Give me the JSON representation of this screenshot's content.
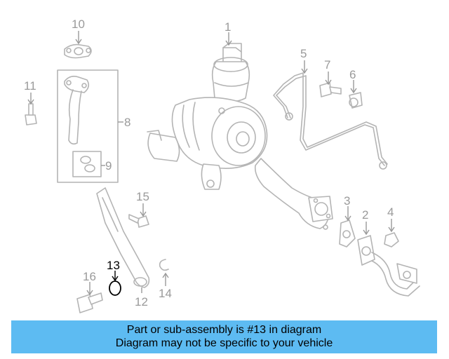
{
  "diagram": {
    "highlight_color": "#000000",
    "part_color": "#b4b4b4",
    "callouts": [
      {
        "id": "1",
        "label": "1",
        "highlighted": false
      },
      {
        "id": "2",
        "label": "2",
        "highlighted": false
      },
      {
        "id": "3",
        "label": "3",
        "highlighted": false
      },
      {
        "id": "4",
        "label": "4",
        "highlighted": false
      },
      {
        "id": "5",
        "label": "5",
        "highlighted": false
      },
      {
        "id": "6",
        "label": "6",
        "highlighted": false
      },
      {
        "id": "7",
        "label": "7",
        "highlighted": false
      },
      {
        "id": "8",
        "label": "8",
        "highlighted": false
      },
      {
        "id": "9",
        "label": "9",
        "highlighted": false
      },
      {
        "id": "10",
        "label": "10",
        "highlighted": false
      },
      {
        "id": "11",
        "label": "11",
        "highlighted": false
      },
      {
        "id": "12",
        "label": "12",
        "highlighted": false
      },
      {
        "id": "13",
        "label": "13",
        "highlighted": true
      },
      {
        "id": "14",
        "label": "14",
        "highlighted": false
      },
      {
        "id": "15",
        "label": "15",
        "highlighted": false
      },
      {
        "id": "16",
        "label": "16",
        "highlighted": false
      }
    ]
  },
  "banner": {
    "line1": "Part or sub-assembly is #13 in diagram",
    "line2": "Diagram may not be specific to your vehicle",
    "background": "#5dbbf2"
  }
}
